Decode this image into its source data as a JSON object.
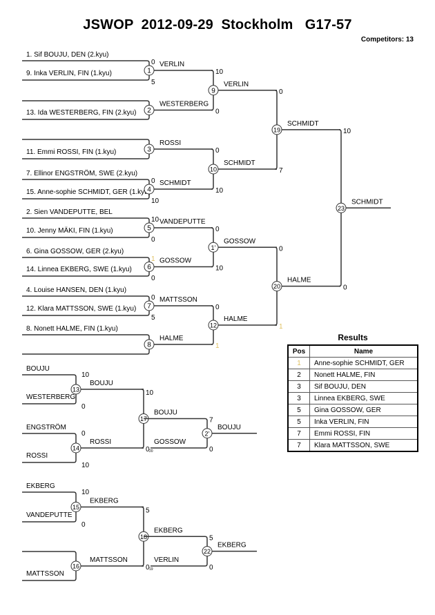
{
  "header": {
    "title": "JSWOP  2012-09-29  Stockholm   G17-57",
    "competitors": "Competitors: 13"
  },
  "colors": {
    "line": "#333333",
    "faint_digit": "#e0c060"
  },
  "competitors_list": [
    "1. Sif BOUJU, DEN (2.kyu)",
    "9. Inka VERLIN, FIN (1.kyu)",
    "13. Ida WESTERBERG, FIN (2.kyu)",
    "11. Emmi  ROSSI, FIN (1.kyu)",
    "7. Ellinor ENGSTRÖM, SWE (2.kyu)",
    "15. Anne-sophie SCHMIDT, GER (1.kyu)",
    "2. Sien VANDEPUTTE, BEL",
    "10. Jenny MÄKI, FIN (1.kyu)",
    "6. Gina GOSSOW, GER (2.kyu)",
    "14. Linnea EKBERG, SWE (1.kyu)",
    "4. Louise HANSEN, DEN (1.kyu)",
    "12. Klara MATTSSON, SWE (1.kyu)",
    "8. Nonett HALME, FIN (1.kyu)"
  ],
  "matches": [
    {
      "id": "1",
      "winner": "VERLIN",
      "scores": [
        "0",
        "5"
      ]
    },
    {
      "id": "2",
      "winner": "WESTERBERG",
      "scores": [
        "",
        ""
      ]
    },
    {
      "id": "3",
      "winner": "ROSSI",
      "scores": [
        "",
        ""
      ]
    },
    {
      "id": "4",
      "winner": "SCHMIDT",
      "scores": [
        "0",
        "10"
      ]
    },
    {
      "id": "5",
      "winner": "VANDEPUTTE",
      "scores": [
        "10",
        "0"
      ]
    },
    {
      "id": "6",
      "winner": "GOSSOW",
      "scores": [
        "1",
        "0"
      ]
    },
    {
      "id": "7",
      "winner": "MATTSSON",
      "scores": [
        "0",
        "5"
      ]
    },
    {
      "id": "8",
      "winner": "HALME",
      "scores": [
        "",
        ""
      ]
    },
    {
      "id": "9",
      "winner": "VERLIN",
      "scores": [
        "10",
        "0"
      ]
    },
    {
      "id": "10",
      "winner": "SCHMIDT",
      "scores": [
        "0",
        "10"
      ]
    },
    {
      "id": "11",
      "winner": "GOSSOW",
      "scores": [
        "0",
        "10"
      ]
    },
    {
      "id": "12",
      "winner": "HALME",
      "scores": [
        "0",
        "1"
      ]
    },
    {
      "id": "19",
      "winner": "SCHMIDT",
      "scores": [
        "0",
        "7"
      ]
    },
    {
      "id": "20",
      "winner": "HALME",
      "scores": [
        "0",
        "1"
      ]
    },
    {
      "id": "23",
      "winner": "SCHMIDT",
      "scores": [
        "10",
        "0"
      ]
    }
  ],
  "repechage": {
    "pool_a": {
      "entrants": [
        "BOUJU",
        "WESTERBERG",
        "ENGSTRÖM",
        "ROSSI"
      ],
      "matches": [
        {
          "id": "13",
          "winner": "BOUJU",
          "scores": [
            "10",
            "0"
          ]
        },
        {
          "id": "14",
          "winner": "ROSSI",
          "scores": [
            "0",
            "10"
          ]
        },
        {
          "id": "17",
          "winner": "BOUJU",
          "scores": [
            "10",
            "0"
          ],
          "note": "20"
        },
        {
          "id": "21",
          "winner": "BOUJU",
          "scores": [
            "7",
            "0"
          ],
          "incoming": "GOSSOW"
        }
      ]
    },
    "pool_b": {
      "entrants": [
        "EKBERG",
        "VANDEPUTTE",
        "",
        "MATTSSON"
      ],
      "matches": [
        {
          "id": "15",
          "winner": "EKBERG",
          "scores": [
            "10",
            "0"
          ]
        },
        {
          "id": "16",
          "winner": "MATTSSON",
          "scores": [
            "",
            ""
          ]
        },
        {
          "id": "18",
          "winner": "EKBERG",
          "scores": [
            "5",
            "0"
          ],
          "note": "19"
        },
        {
          "id": "22",
          "winner": "EKBERG",
          "scores": [
            "5",
            "0"
          ],
          "incoming": "VERLIN"
        }
      ]
    }
  },
  "results": {
    "title": "Results",
    "headers": [
      "Pos",
      "Name"
    ],
    "rows": [
      {
        "pos": "1",
        "name": "Anne-sophie SCHMIDT, GER"
      },
      {
        "pos": "2",
        "name": "Nonett HALME, FIN"
      },
      {
        "pos": "3",
        "name": "Sif BOUJU, DEN"
      },
      {
        "pos": "3",
        "name": "Linnea EKBERG, SWE"
      },
      {
        "pos": "5",
        "name": "Gina GOSSOW, GER"
      },
      {
        "pos": "5",
        "name": "Inka VERLIN, FIN"
      },
      {
        "pos": "7",
        "name": "Emmi  ROSSI, FIN"
      },
      {
        "pos": "7",
        "name": "Klara MATTSSON, SWE"
      }
    ]
  }
}
